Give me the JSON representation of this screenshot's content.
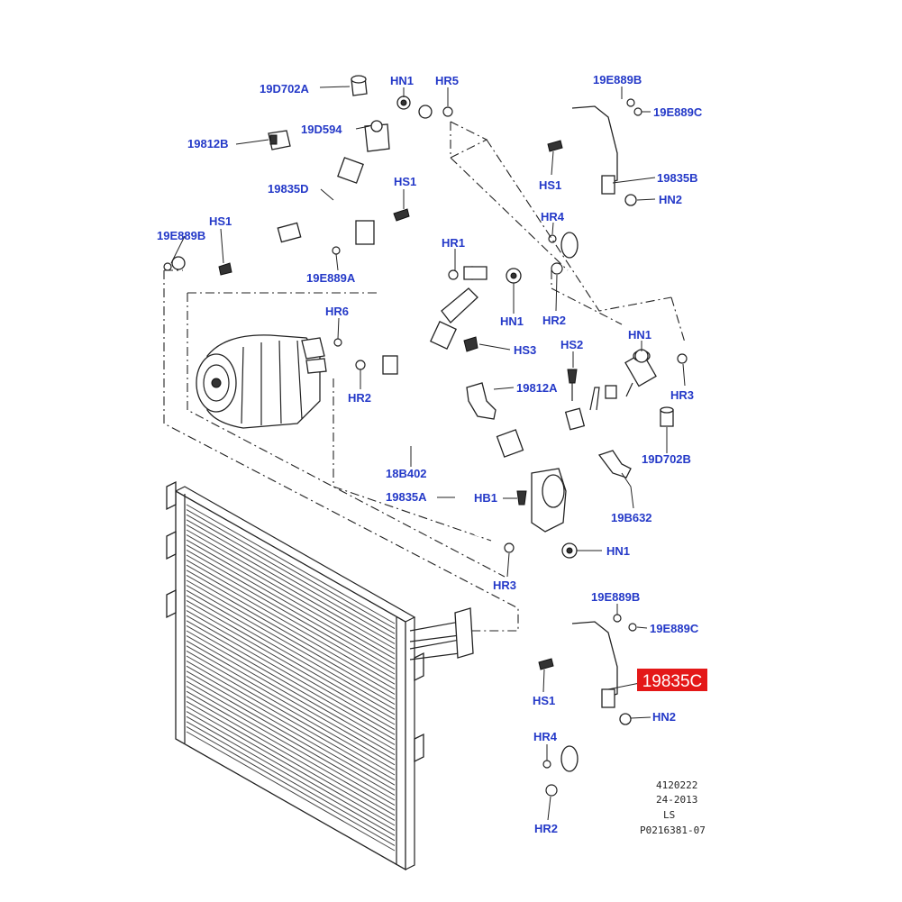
{
  "labels": {
    "p19D702A": "19D702A",
    "hn1_top": "HN1",
    "hr5": "HR5",
    "p19D594": "19D594",
    "p19812B": "19812B",
    "p19835D": "19835D",
    "hs1_top": "HS1",
    "hs1_left": "HS1",
    "p19E889B_left": "19E889B",
    "hr1": "HR1",
    "p19E889A": "19E889A",
    "hn1_mid": "HN1",
    "hr6": "HR6",
    "hs3": "HS3",
    "hr2_left": "HR2",
    "p19812A": "19812A",
    "p18B402": "18B402",
    "p19835A": "19835A",
    "hb1": "HB1",
    "hs2": "HS2",
    "hn1_right": "HN1",
    "hr3_right": "HR3",
    "p19D702B": "19D702B",
    "p19B632": "19B632",
    "hn1_bottom": "HN1",
    "hr3_bottom": "HR3",
    "p19E889B_tr": "19E889B",
    "p19E889C_tr": "19E889C",
    "hs1_tr": "HS1",
    "p19835B": "19835B",
    "hn2_tr": "HN2",
    "hr4_tr": "HR4",
    "hr2_tr": "HR2",
    "p19E889B_br": "19E889B",
    "p19E889C_br": "19E889C",
    "hs1_br": "HS1",
    "p19835C": "19835C",
    "hn2_br": "HN2",
    "hr4_br": "HR4",
    "hr2_br": "HR2"
  },
  "meta": {
    "line1": "4120222",
    "line2": "24-2013",
    "line3": "LS",
    "line4": "P0216381-07"
  },
  "colors": {
    "label": "#2439c8",
    "highlight": "#e41818",
    "line": "#222222"
  }
}
